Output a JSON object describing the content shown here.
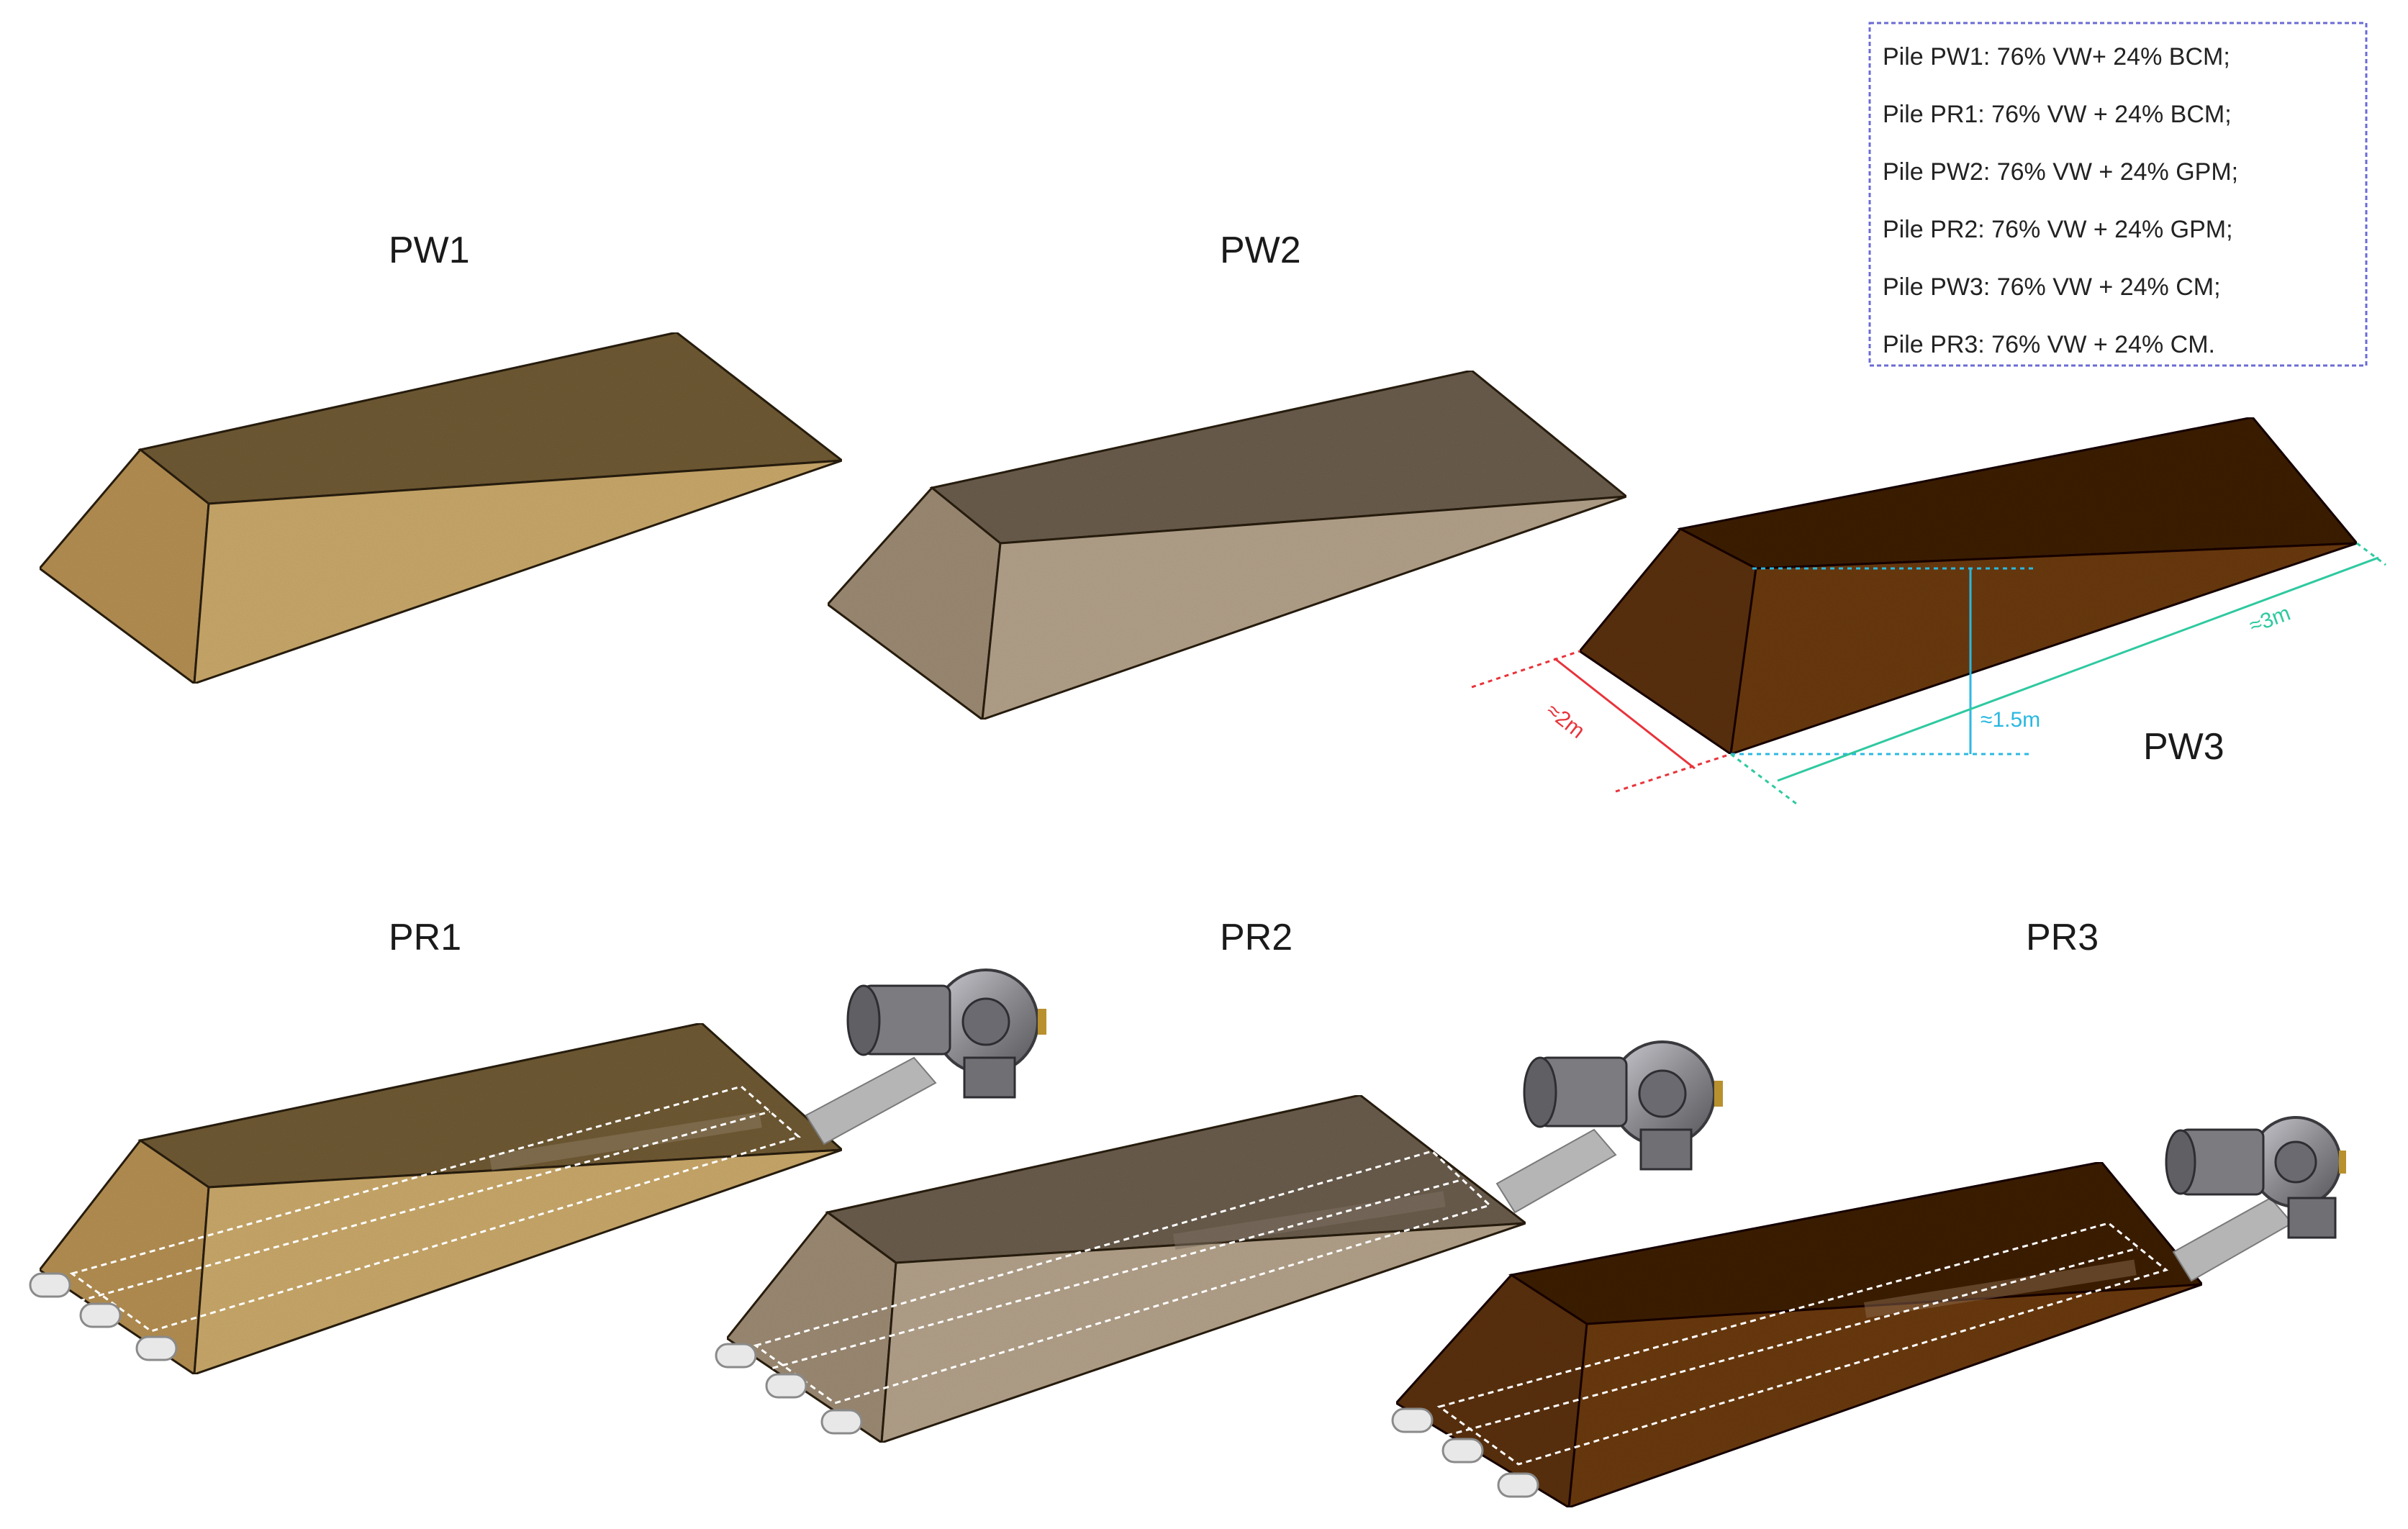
{
  "legend": {
    "lines": [
      "Pile PW1: 76% VW+ 24% BCM;",
      "Pile PR1: 76% VW + 24% BCM;",
      "Pile PW2: 76% VW + 24% GPM;",
      "Pile PR2: 76% VW + 24% GPM;",
      "Pile PW3: 76% VW + 24% CM;",
      "Pile PR3: 76% VW + 24% CM."
    ],
    "border_color": "#6b6bd6"
  },
  "piles": [
    {
      "id": "pw1",
      "label": "PW1",
      "aerated": false,
      "material": "BCM",
      "colors": {
        "top": "#6f5a34",
        "front": "#c9a86a",
        "end": "#b48f52"
      }
    },
    {
      "id": "pw2",
      "label": "PW2",
      "aerated": false,
      "material": "GPM",
      "colors": {
        "top": "#6b5d4e",
        "front": "#b3a18a",
        "end": "#9c8a73"
      }
    },
    {
      "id": "pw3",
      "label": "PW3",
      "aerated": false,
      "material": "CM",
      "colors": {
        "top": "#3d2410",
        "front": "#6a3b17",
        "end": "#5a3112"
      }
    },
    {
      "id": "pr1",
      "label": "PR1",
      "aerated": true,
      "material": "BCM",
      "colors": {
        "top": "#6f5a34",
        "front": "#c9a86a",
        "end": "#b48f52"
      }
    },
    {
      "id": "pr2",
      "label": "PR2",
      "aerated": true,
      "material": "GPM",
      "colors": {
        "top": "#6b5d4e",
        "front": "#b3a18a",
        "end": "#9c8a73"
      }
    },
    {
      "id": "pr3",
      "label": "PR3",
      "aerated": true,
      "material": "CM",
      "colors": {
        "top": "#3d2410",
        "front": "#6a3b17",
        "end": "#5a3112"
      }
    }
  ],
  "dimensions": {
    "width": {
      "label": "≈2m",
      "color": "#e8333a"
    },
    "height": {
      "label": "≈1.5m",
      "color": "#2bb8e0"
    },
    "length": {
      "label": "≈3m",
      "color": "#2fc9a0"
    }
  },
  "equipment": {
    "blower_color": "#8a8a8f",
    "pipe_color": "#e8e8e8",
    "duct_color": "#b5b5b5"
  }
}
